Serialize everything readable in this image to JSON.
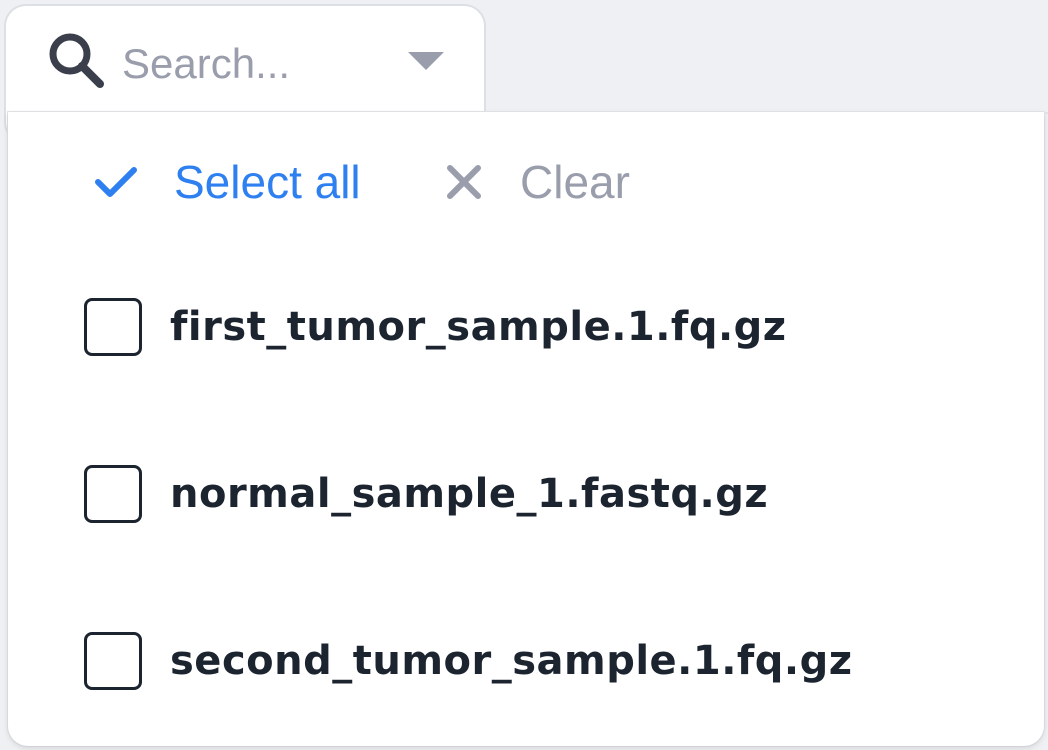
{
  "search": {
    "placeholder": "Search...",
    "value": ""
  },
  "actions": {
    "select_all_label": "Select all",
    "clear_label": "Clear"
  },
  "options": [
    {
      "label": "first_tumor_sample.1.fq.gz",
      "checked": false
    },
    {
      "label": "normal_sample_1.fastq.gz",
      "checked": false
    },
    {
      "label": "second_tumor_sample.1.fq.gz",
      "checked": false
    }
  ],
  "icons": {
    "search": "search-icon",
    "dropdown": "caret-down-icon",
    "select_all": "check-icon",
    "clear": "close-icon"
  },
  "colors": {
    "accent": "#2e7ff0",
    "muted": "#9a9dab",
    "text": "#1c2430",
    "background": "#ffffff"
  }
}
